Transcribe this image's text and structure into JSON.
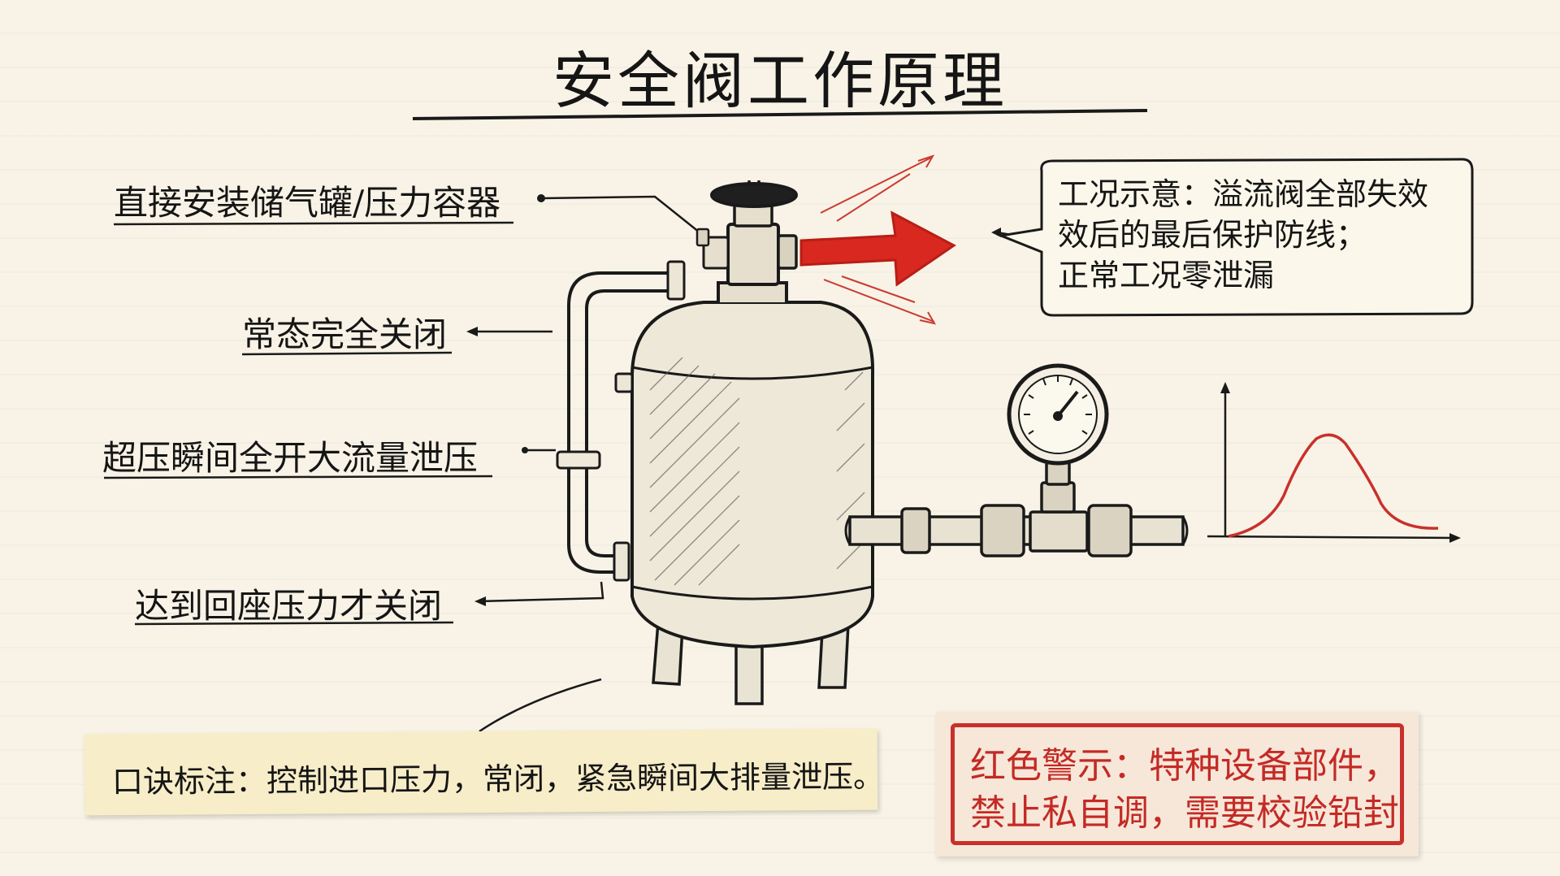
{
  "title": "安全阀工作原理",
  "labels": {
    "install": "直接安装储气罐/压力容器",
    "normally_closed": "常态完全关闭",
    "overpressure": "超压瞬间全开大流量泄压",
    "reseat": "达到回座压力才关闭"
  },
  "callout": {
    "line1": "工况示意：溢流阀全部失效",
    "line2": "效后的最后保护防线；",
    "line3": "正常工况零泄漏"
  },
  "note": "口诀标注：控制进口压力，常闭，紧急瞬间大排量泄压。",
  "warning": {
    "line1": "红色警示：特种设备部件，",
    "line2": "禁止私自调，需要校验铅封"
  },
  "colors": {
    "accent_red": "#d8281f",
    "ink": "#1a1a1a",
    "paper": "#f8f3e6"
  },
  "icons": [
    "pressure-gauge-icon",
    "relief-arrow-icon",
    "pressure-curve-icon"
  ]
}
